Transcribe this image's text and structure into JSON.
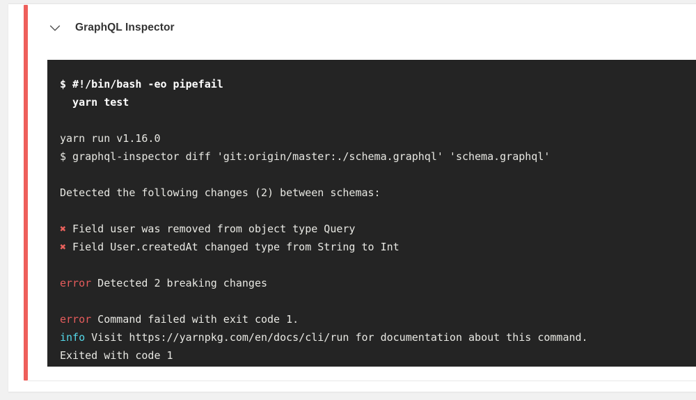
{
  "app": {
    "background_color": "#f1f1f1",
    "card_color": "#ffffff"
  },
  "step": {
    "title": "GraphQL Inspector",
    "collapse_icon": "chevron-down-icon",
    "status": "failed",
    "status_color": "#ee5f5b"
  },
  "terminal": {
    "background_color": "#242424",
    "text_color": "#e8e8e3",
    "error_color": "#e65c5c",
    "info_color": "#54d7e8",
    "lines": [
      {
        "kind": "command",
        "text": "$ #!/bin/bash -eo pipefail"
      },
      {
        "kind": "command",
        "text": "  yarn test"
      },
      {
        "kind": "blank",
        "text": ""
      },
      {
        "kind": "plain",
        "text": "yarn run v1.16.0"
      },
      {
        "kind": "plain",
        "text": "$ graphql-inspector diff 'git:origin/master:./schema.graphql' 'schema.graphql'"
      },
      {
        "kind": "blank",
        "text": ""
      },
      {
        "kind": "plain",
        "text": "Detected the following changes (2) between schemas:"
      },
      {
        "kind": "blank",
        "text": ""
      },
      {
        "kind": "cross",
        "marker": "✖",
        "text": " Field user was removed from object type Query"
      },
      {
        "kind": "cross",
        "marker": "✖",
        "text": " Field User.createdAt changed type from String to Int"
      },
      {
        "kind": "blank",
        "text": ""
      },
      {
        "kind": "error",
        "marker": "error",
        "text": " Detected 2 breaking changes"
      },
      {
        "kind": "blank",
        "text": ""
      },
      {
        "kind": "error",
        "marker": "error",
        "text": " Command failed with exit code 1."
      },
      {
        "kind": "info",
        "marker": "info",
        "text": " Visit https://yarnpkg.com/en/docs/cli/run for documentation about this command."
      },
      {
        "kind": "plain",
        "text": "Exited with code 1"
      }
    ]
  }
}
